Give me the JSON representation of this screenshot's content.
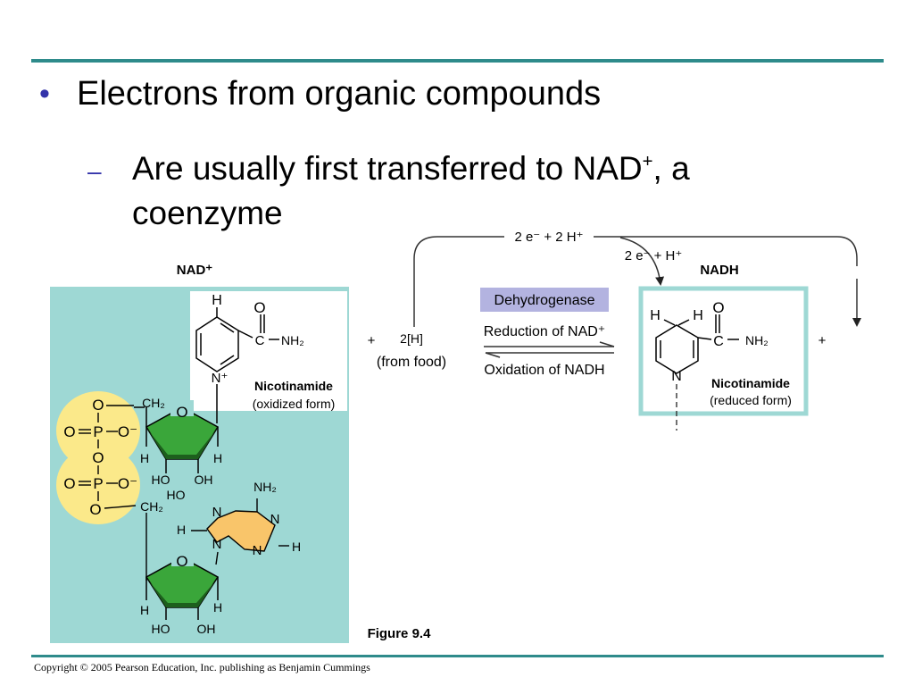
{
  "slide": {
    "bullet": "Electrons from organic compounds",
    "sub_bullet_line1": "Are usually first transferred to NAD",
    "sub_bullet_sup": "+",
    "sub_bullet_line1_end": ", a",
    "sub_bullet_line2": "coenzyme",
    "copyright": "Copyright © 2005 Pearson Education, Inc. publishing as Benjamin Cummings"
  },
  "figure": {
    "nad_title": "NAD⁺",
    "nadh_title": "NADH",
    "nicotinamide": "Nicotinamide",
    "oxidized_form": "(oxidized form)",
    "reduced_form": "(reduced form)",
    "dehydrogenase": "Dehydrogenase",
    "reduction": "Reduction of NAD⁺",
    "oxidation": "Oxidation of NADH",
    "two_h": "2[H]",
    "from_food": "(from food)",
    "plus": "+",
    "top_arrow_label": "2 e⁻ + 2 H⁺",
    "mid_arrow_label": "2 e⁻ + H⁺",
    "figure_label": "Figure 9.4",
    "atoms": {
      "H": "H",
      "O": "O",
      "C": "C",
      "N": "N",
      "N_plus": "N⁺",
      "P": "P",
      "NH2": "NH₂",
      "CH2": "CH₂",
      "HO": "HO",
      "OH": "OH",
      "O_minus": "O⁻"
    }
  },
  "colors": {
    "rule": "#2e8b8b",
    "bullet": "#3333aa",
    "panel": "#9ed8d4",
    "phosphate": "#fbe98a",
    "ribose": "#3aa63a",
    "adenine": "#f9c56a",
    "enzyme_box": "#b3b3e0"
  }
}
